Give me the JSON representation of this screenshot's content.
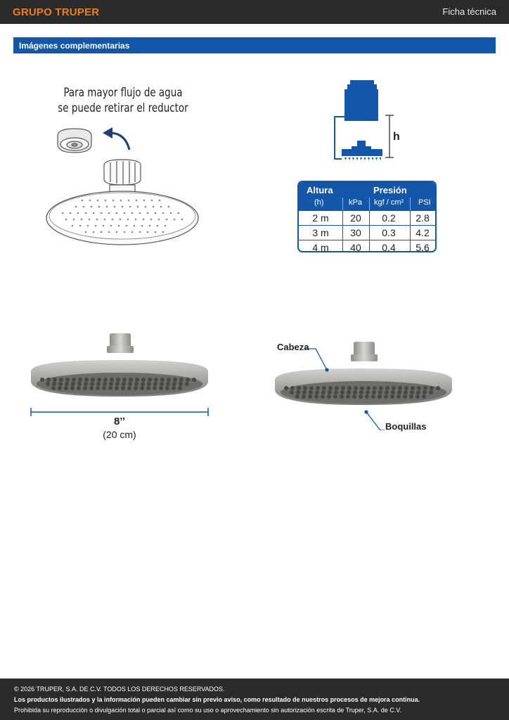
{
  "header": {
    "brand": "GRUPO TRUPER",
    "doc_type": "Ficha técnica"
  },
  "section": {
    "title": "Imágenes complementarias"
  },
  "reductor_note": {
    "line1": "Para mayor flujo de agua",
    "line2": "se puede retirar el reductor"
  },
  "height_diagram": {
    "label": "h"
  },
  "pressure_table": {
    "headers": {
      "altura": "Altura",
      "altura_sub": "(h)",
      "presion": "Presión",
      "kpa": "kPa",
      "kgf": "kgf / cm²",
      "psi": "PSI"
    },
    "rows": [
      {
        "altura": "2 m",
        "kpa": "20",
        "kgf": "0.2",
        "psi": "2.8"
      },
      {
        "altura": "3 m",
        "kpa": "30",
        "kgf": "0.3",
        "psi": "4.2"
      },
      {
        "altura": "4 m",
        "kpa": "40",
        "kgf": "0.4",
        "psi": "5.6"
      }
    ]
  },
  "dimension": {
    "size": "8’’",
    "size_cm": "(20 cm)"
  },
  "callouts": {
    "head": "Cabeza",
    "nozzles": "Boquillas"
  },
  "colors": {
    "brand_orange": "#f07d1e",
    "accent_blue": "#1457a8",
    "dark_bar": "#2b2b2b"
  },
  "footer": {
    "copyright": "© 2026 TRUPER, S.A. DE C.V. TODOS LOS DERECHOS RESERVADOS.",
    "notice": "Los productos ilustrados y la información pueden cambiar sin previo aviso, como resultado de nuestros procesos de mejora continua.",
    "prohibition": "Prohibida su reproducción o divulgación total o parcial así como su uso o aprovechamiento sin autorización escrita de Truper, S.A. de C.V."
  }
}
